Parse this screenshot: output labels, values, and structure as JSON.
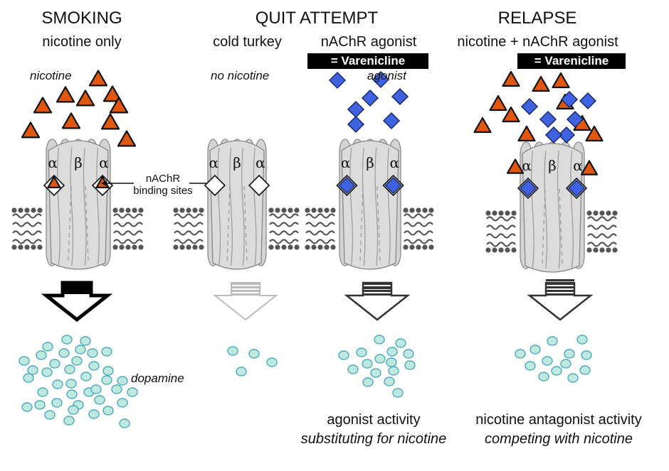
{
  "panels": [
    {
      "id": "smoking",
      "title": "SMOKING",
      "subtitle": "nicotine only",
      "ligand_label": "nicotine",
      "product_label": "dopamine",
      "site_label": "nAChR binding sites",
      "sites": [
        "nicotine",
        "nicotine"
      ],
      "release_level": "high"
    },
    {
      "id": "cold-turkey",
      "title": "QUIT ATTEMPT",
      "subtitle": "cold turkey",
      "ligand_label": "no nicotine",
      "sites": [
        "empty",
        "empty"
      ],
      "release_level": "low"
    },
    {
      "id": "agonist",
      "subtitle": "nAChR agonist",
      "badge": "= Varenicline",
      "ligand_label": "agonist",
      "caption_1": "agonist activity",
      "caption_2": "substituting for nicotine",
      "sites": [
        "agonist",
        "agonist"
      ],
      "release_level": "medium"
    },
    {
      "id": "relapse",
      "title": "RELAPSE",
      "subtitle": "nicotine + nAChR agonist",
      "badge": "= Varenicline",
      "caption_1": "nicotine antagonist activity",
      "caption_2": "competing with nicotine",
      "sites": [
        "agonist",
        "agonist"
      ],
      "release_level": "medium"
    }
  ],
  "subunit_labels": {
    "alpha": "α",
    "beta": "β"
  },
  "colors": {
    "nicotine": "#e0580f",
    "agonist": "#3f63e0",
    "dopamine": "#bfe8de",
    "dopamine_stroke": "#4aa9c0",
    "receptor": "#d4d4d4",
    "lipid": "#555555"
  }
}
